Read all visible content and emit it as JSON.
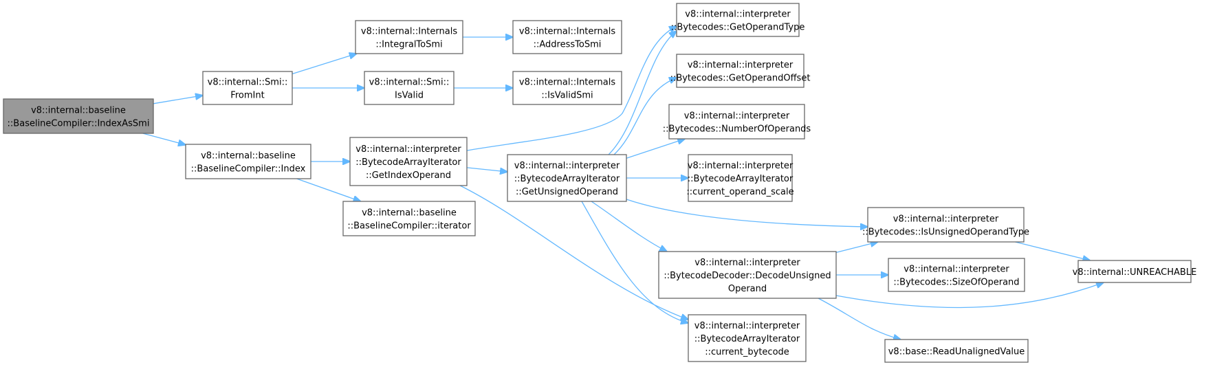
{
  "nodes": [
    {
      "id": "n0",
      "root": true,
      "lines": [
        "v8::internal::baseline",
        "::BaselineCompiler::IndexAsSmi"
      ]
    },
    {
      "id": "n1",
      "lines": [
        "v8::internal::Smi::",
        "FromInt"
      ]
    },
    {
      "id": "n2",
      "lines": [
        "v8::internal::baseline",
        "::BaselineCompiler::Index"
      ]
    },
    {
      "id": "n3",
      "lines": [
        "v8::internal::Internals",
        "::IntegralToSmi"
      ]
    },
    {
      "id": "n4",
      "lines": [
        "v8::internal::Smi::",
        "IsValid"
      ]
    },
    {
      "id": "n5",
      "lines": [
        "v8::internal::Internals",
        "::AddressToSmi"
      ]
    },
    {
      "id": "n6",
      "lines": [
        "v8::internal::Internals",
        "::IsValidSmi"
      ]
    },
    {
      "id": "n7",
      "lines": [
        "v8::internal::interpreter",
        "::BytecodeArrayIterator",
        "::GetIndexOperand"
      ]
    },
    {
      "id": "n8",
      "lines": [
        "v8::internal::baseline",
        "::BaselineCompiler::iterator"
      ]
    },
    {
      "id": "n9",
      "lines": [
        "v8::internal::interpreter",
        "::BytecodeArrayIterator",
        "::GetUnsignedOperand"
      ]
    },
    {
      "id": "n10",
      "lines": [
        "v8::internal::interpreter",
        "::Bytecodes::GetOperandType"
      ]
    },
    {
      "id": "n11",
      "lines": [
        "v8::internal::interpreter",
        "::Bytecodes::GetOperandOffset"
      ]
    },
    {
      "id": "n12",
      "lines": [
        "v8::internal::interpreter",
        "::Bytecodes::NumberOfOperands"
      ]
    },
    {
      "id": "n13",
      "lines": [
        "v8::internal::interpreter",
        "::BytecodeArrayIterator",
        "::current_operand_scale"
      ]
    },
    {
      "id": "n14",
      "lines": [
        "v8::internal::interpreter",
        "::BytecodeDecoder::DecodeUnsigned",
        "Operand"
      ]
    },
    {
      "id": "n15",
      "lines": [
        "v8::internal::interpreter",
        "::BytecodeArrayIterator",
        "::current_bytecode"
      ]
    },
    {
      "id": "n16",
      "lines": [
        "v8::internal::interpreter",
        "::Bytecodes::IsUnsignedOperandType"
      ]
    },
    {
      "id": "n17",
      "lines": [
        "v8::internal::interpreter",
        "::Bytecodes::SizeOfOperand"
      ]
    },
    {
      "id": "n18",
      "lines": [
        "v8::base::ReadUnalignedValue"
      ]
    },
    {
      "id": "n19",
      "lines": [
        "v8::internal::UNREACHABLE"
      ]
    }
  ],
  "edges": [
    [
      "n0",
      "n1"
    ],
    [
      "n0",
      "n2"
    ],
    [
      "n1",
      "n3"
    ],
    [
      "n1",
      "n4"
    ],
    [
      "n3",
      "n5"
    ],
    [
      "n4",
      "n6"
    ],
    [
      "n2",
      "n7"
    ],
    [
      "n2",
      "n8"
    ],
    [
      "n7",
      "n10"
    ],
    [
      "n7",
      "n9"
    ],
    [
      "n7",
      "n15"
    ],
    [
      "n9",
      "n10"
    ],
    [
      "n9",
      "n11"
    ],
    [
      "n9",
      "n12"
    ],
    [
      "n9",
      "n13"
    ],
    [
      "n9",
      "n16"
    ],
    [
      "n9",
      "n14"
    ],
    [
      "n9",
      "n15"
    ],
    [
      "n14",
      "n16"
    ],
    [
      "n14",
      "n17"
    ],
    [
      "n14",
      "n19"
    ],
    [
      "n14",
      "n18"
    ],
    [
      "n16",
      "n19"
    ]
  ]
}
